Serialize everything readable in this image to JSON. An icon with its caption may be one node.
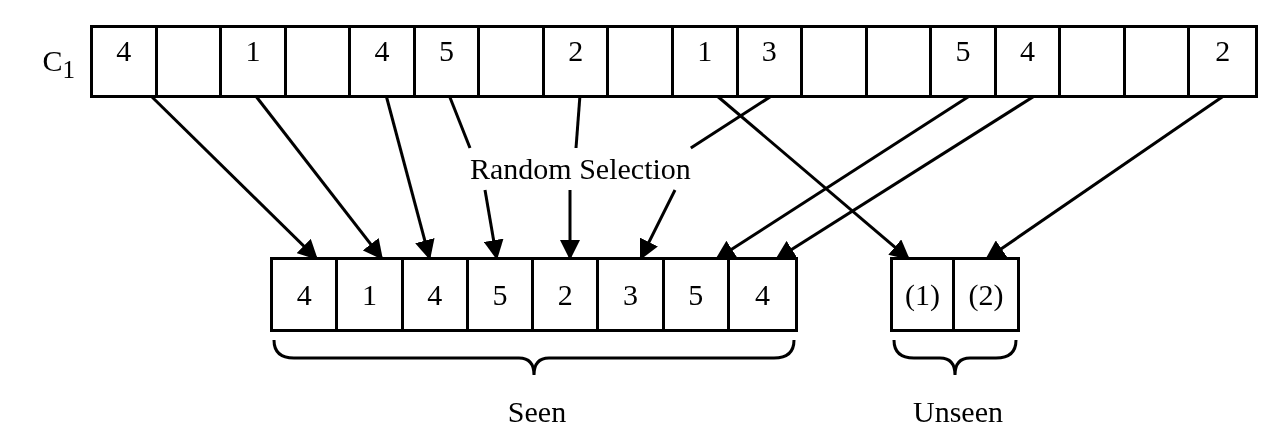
{
  "diagram": {
    "nodes": [
      {
        "text": [
          "C$_{1}$"
        ]
      },
      {
        "text": [
          "4"
        ],
        "in": 0
      },
      {
        "text": [],
        "shape": "box",
        "in": 0
      },
      {
        "text": [
          "1"
        ],
        "in": 0
      },
      {
        "text": [],
        "shape": "box",
        "in": 0
      },
      {
        "text": [
          "4"
        ],
        "in": 0
      },
      {
        "text": [
          "5"
        ],
        "in": 0
      },
      {
        "text": [],
        "shape": "box",
        "in": 0
      },
      {
        "text": [
          "2"
        ],
        "in": 0
      },
      {
        "text": [],
        "shape": "box",
        "in": 0
      },
      {
        "text": [
          "1"
        ],
        "in": 0
      },
      {
        "text": [
          "3"
        ],
        "in": 0
      },
      {
        "text": [],
        "shape": "box",
        "in": 0
      },
      {
        "text": [],
        "shape": "box",
        "in": 0
      },
      {
        "text": [
          "5"
        ],
        "in": 0
      },
      {
        "text": [
          "4"
        ],
        "in": 0
      },
      {
        "text": [],
        "shape": "box",
        "in": 0
      },
      {
        "text": [],
        "shape": "box",
        "in": 0
      },
      {
        "text": [
          "2"
        ],
        "in": 0
      },
      {
        "text": [
          "Random Selection"
        ]
      },
      {
        "text": [
          "Seen"
        ]
      },
      {
        "text": [
          "4"
        ],
        "in": 20
      },
      {
        "text": [
          "1"
        ],
        "in": 20
      },
      {
        "text": [
          "4"
        ],
        "in": 20
      },
      {
        "text": [
          "5"
        ],
        "in": 20
      },
      {
        "text": [
          "2"
        ],
        "in": 20
      },
      {
        "text": [
          "3"
        ],
        "in": 20
      },
      {
        "text": [
          "5"
        ],
        "in": 20
      },
      {
        "text": [
          "4"
        ],
        "in": 20
      },
      {
        "text": [
          "Unseen"
        ]
      },
      {
        "text": [
          "(1)"
        ],
        "in": 29
      },
      {
        "text": [
          "(2)"
        ],
        "in": 29
      }
    ],
    "edges": [
      {
        "from": 1,
        "to": 21,
        "arrow": "to"
      },
      {
        "from": 3,
        "to": 22,
        "arrow": "to"
      },
      {
        "from": 5,
        "to": 23,
        "arrow": "to"
      },
      {
        "from": 6,
        "to": 19,
        "arrow": "none"
      },
      {
        "from": 8,
        "to": 19,
        "arrow": "none"
      },
      {
        "from": 11,
        "to": 19,
        "arrow": "none"
      },
      {
        "from": 19,
        "to": 24,
        "arrow": "to"
      },
      {
        "from": 19,
        "to": 25,
        "arrow": "to"
      },
      {
        "from": 19,
        "to": 26,
        "arrow": "to"
      },
      {
        "from": 10,
        "to": 30,
        "arrow": "to"
      },
      {
        "from": 14,
        "to": 27,
        "arrow": "to"
      },
      {
        "from": 15,
        "to": 28,
        "arrow": "to"
      },
      {
        "from": 18,
        "to": 31,
        "arrow": "to"
      }
    ]
  }
}
